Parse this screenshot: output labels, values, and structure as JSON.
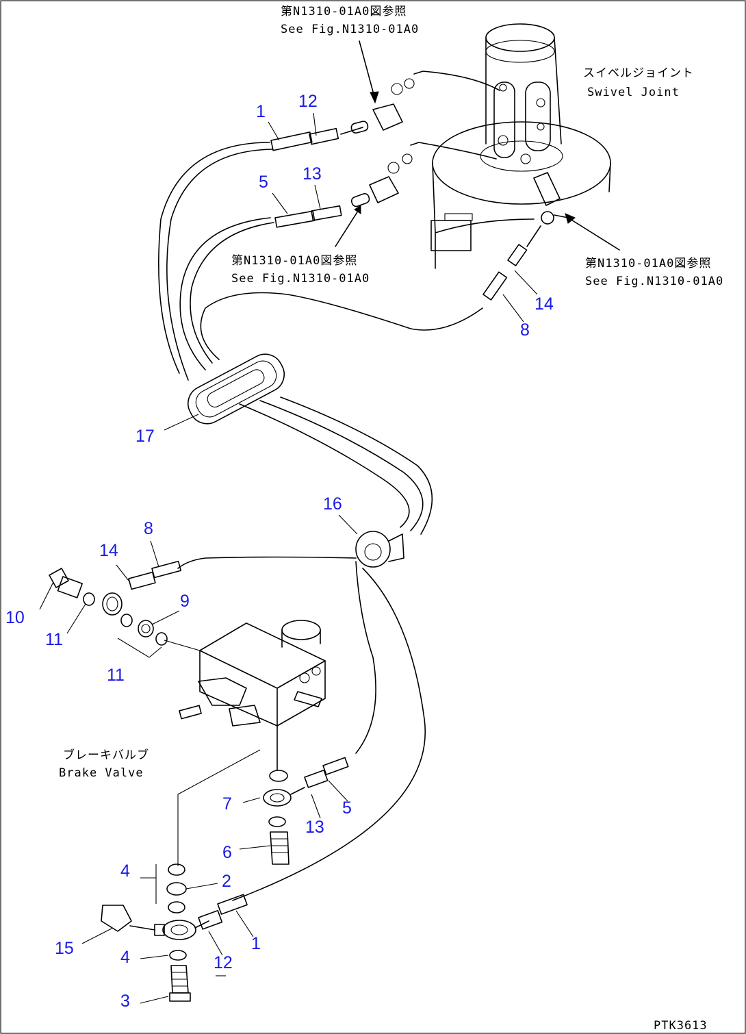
{
  "callouts": {
    "c1_top": "1",
    "c12_top": "12",
    "c5_top": "5",
    "c13_top": "13",
    "c14_right": "14",
    "c8_right": "8",
    "c17": "17",
    "c16": "16",
    "c8_left": "8",
    "c14_left": "14",
    "c9": "9",
    "c10": "10",
    "c11_a": "11",
    "c11_b": "11",
    "c7": "7",
    "c13_bottom": "13",
    "c5_bottom": "5",
    "c6": "6",
    "c4_top": "4",
    "c2": "2",
    "c1_bottom": "1",
    "c15": "15",
    "c4_bottom": "4",
    "c12_bottom": "12",
    "c3": "3"
  },
  "annotations": {
    "ref_top_jp": "第N1310-01A0図参照",
    "ref_top_en": "See Fig.N1310-01A0",
    "ref_mid_jp": "第N1310-01A0図参照",
    "ref_mid_en": "See Fig.N1310-01A0",
    "ref_right_jp": "第N1310-01A0図参照",
    "ref_right_en": "See Fig.N1310-01A0",
    "swivel_jp": "スイベルジョイント",
    "swivel_en": "Swivel Joint",
    "brake_jp": "ブレーキバルブ",
    "brake_en": "Brake Valve",
    "drawing_no": "PTK3613"
  }
}
